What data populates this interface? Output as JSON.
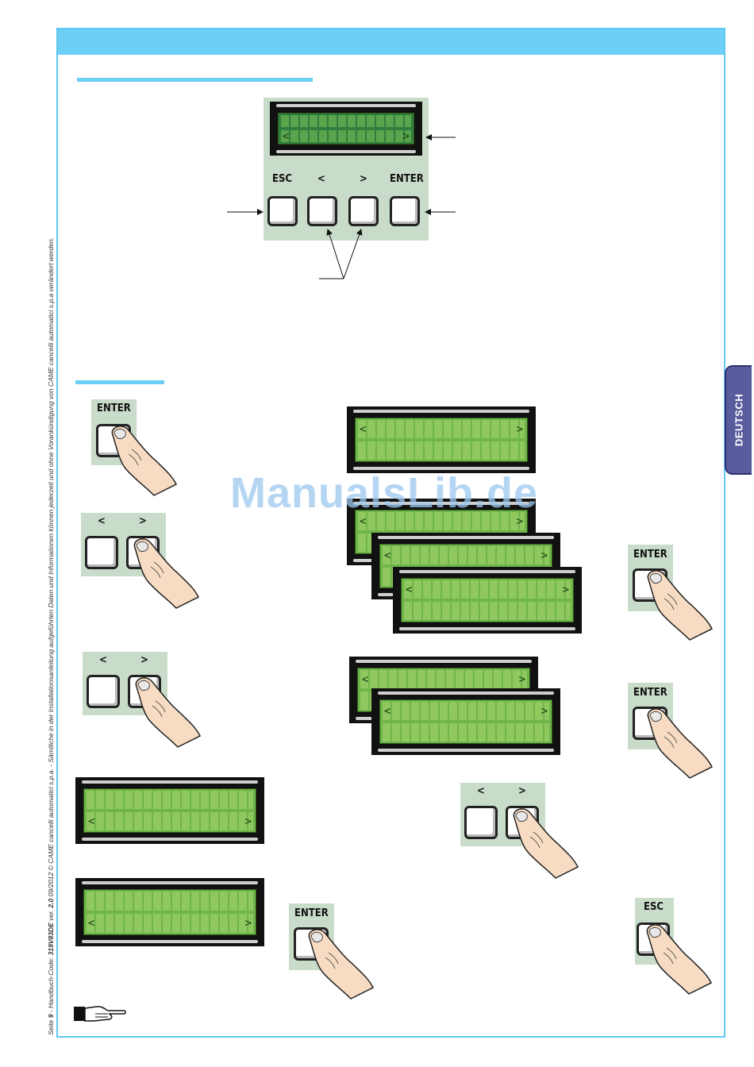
{
  "header": {
    "side_tab": "DEUTSCH"
  },
  "watermark": "ManualsLib.de",
  "footer": {
    "page_prefix": "Seite ",
    "page_num": "9",
    "code_prefix": " - Handbuch-Code: ",
    "code": "319V83DE",
    "ver_prefix": " ver. ",
    "ver": "2.0",
    "rest": " 09/2012 © CAME cancelli automatici s.p.a. - Sämtliche in der Installationsanleitung aufgeführten Daten und Informationen können jederzeit und ohne Vorankündigung von CAME cancelli automatici s.p.a verändert werden."
  },
  "keys": {
    "esc": "ESC",
    "left": "<",
    "right": ">",
    "enter": "ENTER"
  },
  "colors": {
    "accent": "#6dcff6",
    "tab": "#5a5b9c",
    "lcd_green": "#6fb54a",
    "panel": "#c9dcc9"
  },
  "icons": [
    "hand-pointer-icon",
    "finger-press-icon"
  ]
}
